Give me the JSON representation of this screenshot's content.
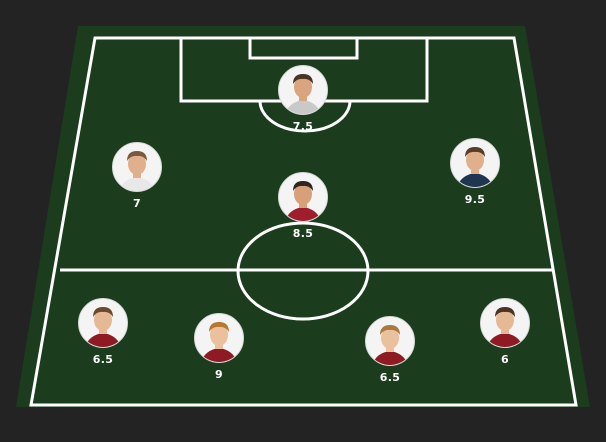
{
  "pitch": {
    "background": "#232323",
    "grass": "#1b3d1e",
    "line_color": "#ffffff"
  },
  "players": [
    {
      "id": "gk",
      "rating": "7.5",
      "shirt": "#c9c9c9",
      "hair": "#4a3224",
      "skin": "#d9a47e"
    },
    {
      "id": "lw",
      "rating": "7",
      "shirt": "#e8e8e8",
      "hair": "#7a5a3c",
      "skin": "#e0b08c"
    },
    {
      "id": "cm",
      "rating": "8.5",
      "shirt": "#a01e2b",
      "hair": "#2e2420",
      "skin": "#d7a07a"
    },
    {
      "id": "rw",
      "rating": "9.5",
      "shirt": "#1f3550",
      "hair": "#5a3d28",
      "skin": "#e0b08c"
    },
    {
      "id": "lb",
      "rating": "6.5",
      "shirt": "#8e1a24",
      "hair": "#6b4a30",
      "skin": "#e6b995"
    },
    {
      "id": "lcb",
      "rating": "9",
      "shirt": "#8e1a24",
      "hair": "#b8772f",
      "skin": "#ebc09c"
    },
    {
      "id": "rcb",
      "rating": "6.5",
      "shirt": "#8e1a24",
      "hair": "#a9793e",
      "skin": "#ebc09c"
    },
    {
      "id": "rb",
      "rating": "6",
      "shirt": "#8e1a24",
      "hair": "#4c3324",
      "skin": "#e6b995"
    }
  ]
}
